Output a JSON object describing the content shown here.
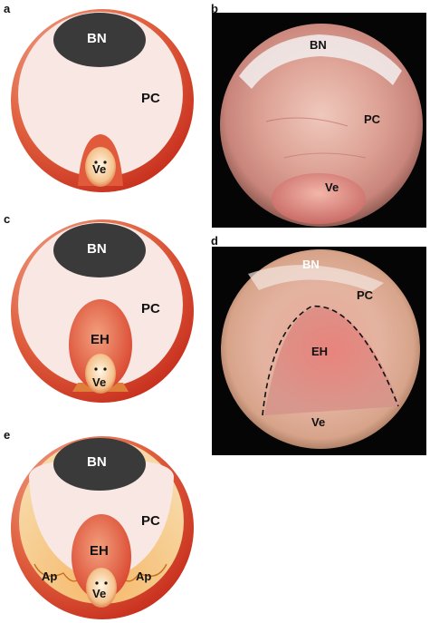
{
  "panels": {
    "a": {
      "letter": "a",
      "labels": {
        "bn": "BN",
        "pc": "PC",
        "ve": "Ve"
      }
    },
    "b": {
      "letter": "b",
      "labels": {
        "bn": "BN",
        "pc": "PC",
        "ve": "Ve"
      }
    },
    "c": {
      "letter": "c",
      "labels": {
        "bn": "BN",
        "pc": "PC",
        "eh": "EH",
        "ve": "Ve"
      }
    },
    "d": {
      "letter": "d",
      "labels": {
        "bn": "BN",
        "pc": "PC",
        "eh": "EH",
        "ve": "Ve"
      }
    },
    "e": {
      "letter": "e",
      "labels": {
        "bn": "BN",
        "pc": "PC",
        "eh": "EH",
        "ve": "Ve",
        "ap_left": "Ap",
        "ap_right": "Ap"
      }
    }
  },
  "colors": {
    "outer_ring": "#d8452f",
    "inner_fill": "#f8e7e2",
    "bladder_neck": "#3a3a3a",
    "verumontanum": "#f1c7a0",
    "adenoma": "#e05a3b",
    "apical": "#f5c36e",
    "photo_bg": "#050505"
  }
}
